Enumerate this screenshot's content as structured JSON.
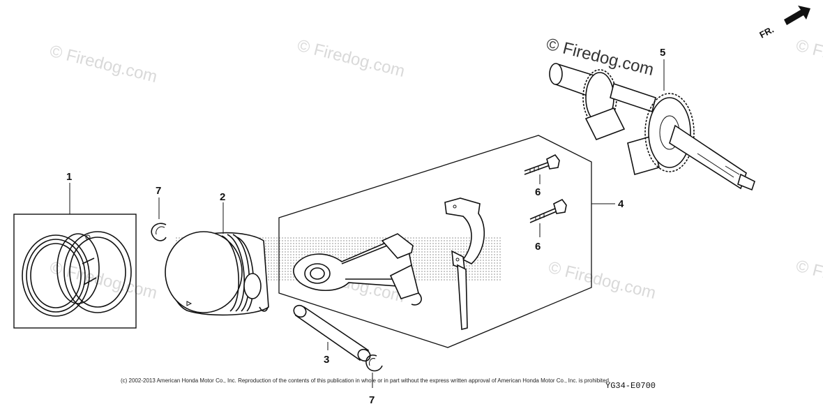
{
  "watermarks": [
    "© Firedog.com",
    "© Firedog.com",
    "© Firedog.com",
    "© Firedog.com",
    "© Firedog.com",
    "© Firedog.com",
    "© Firedog.com",
    "© Firedog.com"
  ],
  "watermark_partial": "© F",
  "callouts": {
    "piston_ring_set": "1",
    "piston": "2",
    "piston_pin": "3",
    "connecting_rod_assembly": "4",
    "crankshaft": "5",
    "rod_bolt_upper": "6",
    "rod_bolt_lower": "6",
    "clip_left": "7",
    "clip_bottom": "7"
  },
  "front_arrow_label": "FR.",
  "copyright": "(c) 2002-2013 American Honda Motor Co., Inc. Reproduction of the contents of this publication in whole or in part without the express written approval of American Honda Motor Co., Inc. is prohibited.",
  "diagram_code": "YG34-E0700",
  "colors": {
    "ink": "#111111",
    "watermark": "#d9d9d9",
    "halftone": "#bdbdbd"
  }
}
